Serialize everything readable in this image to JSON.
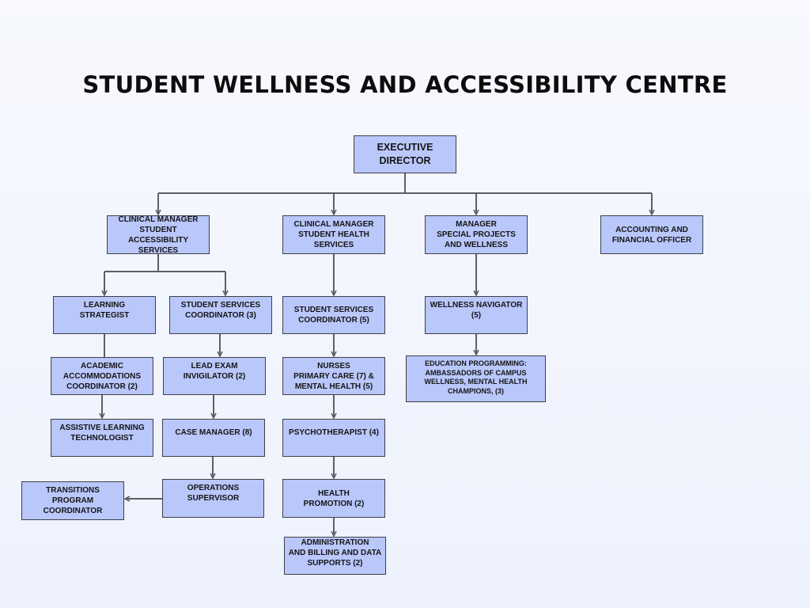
{
  "title": "STUDENT WELLNESS AND ACCESSIBILITY CENTRE",
  "colors": {
    "box_fill": "#b9c7fb",
    "box_border": "#3e4048",
    "connector": "#5b5f66"
  },
  "nodes": {
    "executive_director": "EXECUTIVE\nDIRECTOR",
    "clinical_manager_accessibility": "CLINICAL MANAGER\nSTUDENT ACCESSIBILITY\nSERVICES",
    "clinical_manager_health": "CLINICAL MANAGER\nSTUDENT HEALTH\nSERVICES",
    "manager_special_projects": "MANAGER\nSPECIAL PROJECTS\nAND WELLNESS",
    "accounting_officer": "ACCOUNTING AND\nFINANCIAL OFFICER",
    "learning_strategist": "LEARNING\nSTRATEGIST",
    "student_services_coordinator_3": "STUDENT SERVICES\nCOORDINATOR (3)",
    "student_services_coordinator_5": "STUDENT SERVICES\nCOORDINATOR (5)",
    "wellness_navigator": "WELLNESS NAVIGATOR\n(5)",
    "academic_accommodations": "ACADEMIC\nACCOMMODATIONS\nCOORDINATOR (2)",
    "lead_exam_invigilator": "LEAD EXAM\nINVIGILATOR (2)",
    "nurses": "NURSES\nPRIMARY CARE (7) &\nMENTAL HEALTH (5)",
    "education_programming": "EDUCATION PROGRAMMING:\nAMBASSADORS OF CAMPUS\nWELLNESS, MENTAL HEALTH\nCHAMPIONS, (3)",
    "assistive_learning": "ASSISTIVE LEARNING\nTECHNOLOGIST",
    "case_manager": "CASE MANAGER (8)",
    "psychotherapist": "PSYCHOTHERAPIST (4)",
    "transitions_coordinator": "TRANSITIONS PROGRAM\nCOORDINATOR",
    "operations_supervisor": "OPERATIONS\nSUPERVISOR",
    "health_promotion": "HEALTH\nPROMOTION (2)",
    "administration_billing": "ADMINISTRATION\nAND BILLING AND DATA\nSUPPORTS (2)"
  },
  "relations": [
    [
      "executive_director",
      "clinical_manager_accessibility"
    ],
    [
      "executive_director",
      "clinical_manager_health"
    ],
    [
      "executive_director",
      "manager_special_projects"
    ],
    [
      "executive_director",
      "accounting_officer"
    ],
    [
      "clinical_manager_accessibility",
      "learning_strategist"
    ],
    [
      "clinical_manager_accessibility",
      "student_services_coordinator_3"
    ],
    [
      "learning_strategist",
      "academic_accommodations"
    ],
    [
      "academic_accommodations",
      "assistive_learning"
    ],
    [
      "student_services_coordinator_3",
      "lead_exam_invigilator"
    ],
    [
      "lead_exam_invigilator",
      "case_manager"
    ],
    [
      "case_manager",
      "operations_supervisor"
    ],
    [
      "operations_supervisor",
      "transitions_coordinator"
    ],
    [
      "clinical_manager_health",
      "student_services_coordinator_5"
    ],
    [
      "student_services_coordinator_5",
      "nurses"
    ],
    [
      "nurses",
      "psychotherapist"
    ],
    [
      "psychotherapist",
      "health_promotion"
    ],
    [
      "health_promotion",
      "administration_billing"
    ],
    [
      "manager_special_projects",
      "wellness_navigator"
    ],
    [
      "wellness_navigator",
      "education_programming"
    ]
  ]
}
